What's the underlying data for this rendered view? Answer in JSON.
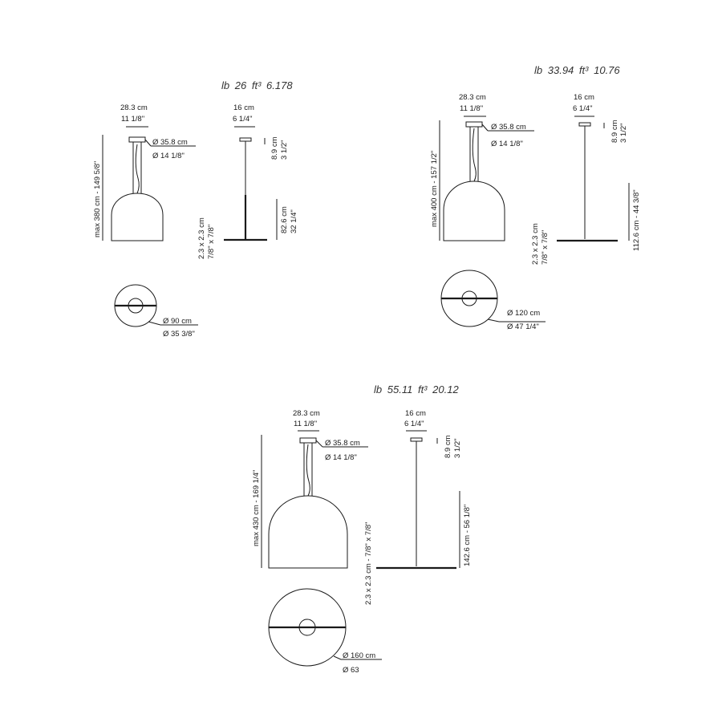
{
  "units": {
    "lb": "lb",
    "ft3": "ft³"
  },
  "variants": [
    {
      "id": "small",
      "weight": "26",
      "volume": "6.178",
      "canopy_width_cm": "28.3 cm",
      "canopy_width_in": "11 1/8\"",
      "canopy_dia_cm": "Ø 35.8 cm",
      "canopy_dia_in": "Ø 14 1/8\"",
      "max_height": "max 380 cm - 149 5/8\"",
      "side_top_cm": "16 cm",
      "side_top_in": "6 1/4\"",
      "side_drop_cm": "8.9 cm",
      "side_drop_in": "3 1/2\"",
      "base_width_cm": "2.3 x 2.3 cm",
      "base_width_in": "7/8\" x 7/8\"",
      "side_height_cm": "82.6 cm",
      "side_height_in": "32 1/4\"",
      "diameter_cm": "Ø 90 cm",
      "diameter_in": "Ø 35 3/8\""
    },
    {
      "id": "medium",
      "weight": "33.94",
      "volume": "10.76",
      "canopy_width_cm": "28.3 cm",
      "canopy_width_in": "11 1/8\"",
      "canopy_dia_cm": "Ø 35.8 cm",
      "canopy_dia_in": "Ø 14 1/8\"",
      "max_height": "max 400 cm - 157 1/2\"",
      "side_top_cm": "16 cm",
      "side_top_in": "6 1/4\"",
      "side_drop_cm": "8.9 cm",
      "side_drop_in": "3 1/2\"",
      "base_width_cm": "2.3 x 2.3 cm",
      "base_width_in": "7/8\" x 7/8\"",
      "side_height": "112.6 cm - 44 3/8\"",
      "diameter_cm": "Ø 120 cm",
      "diameter_in": "Ø 47 1/4\""
    },
    {
      "id": "large",
      "weight": "55.11",
      "volume": "20.12",
      "canopy_width_cm": "28.3 cm",
      "canopy_width_in": "11 1/8\"",
      "canopy_dia_cm": "Ø 35.8 cm",
      "canopy_dia_in": "Ø 14 1/8\"",
      "max_height": "max 430 cm - 169 1/4\"",
      "side_top_cm": "16 cm",
      "side_top_in": "6 1/4\"",
      "side_drop_cm": "8.9 cm",
      "side_drop_in": "3 1/2\"",
      "base_width": "2.3 x 2.3 cm - 7/8\" x 7/8\"",
      "side_height": "142.6 cm - 56 1/8\"",
      "diameter_cm": "Ø 160 cm",
      "diameter_in": "Ø 63"
    }
  ]
}
